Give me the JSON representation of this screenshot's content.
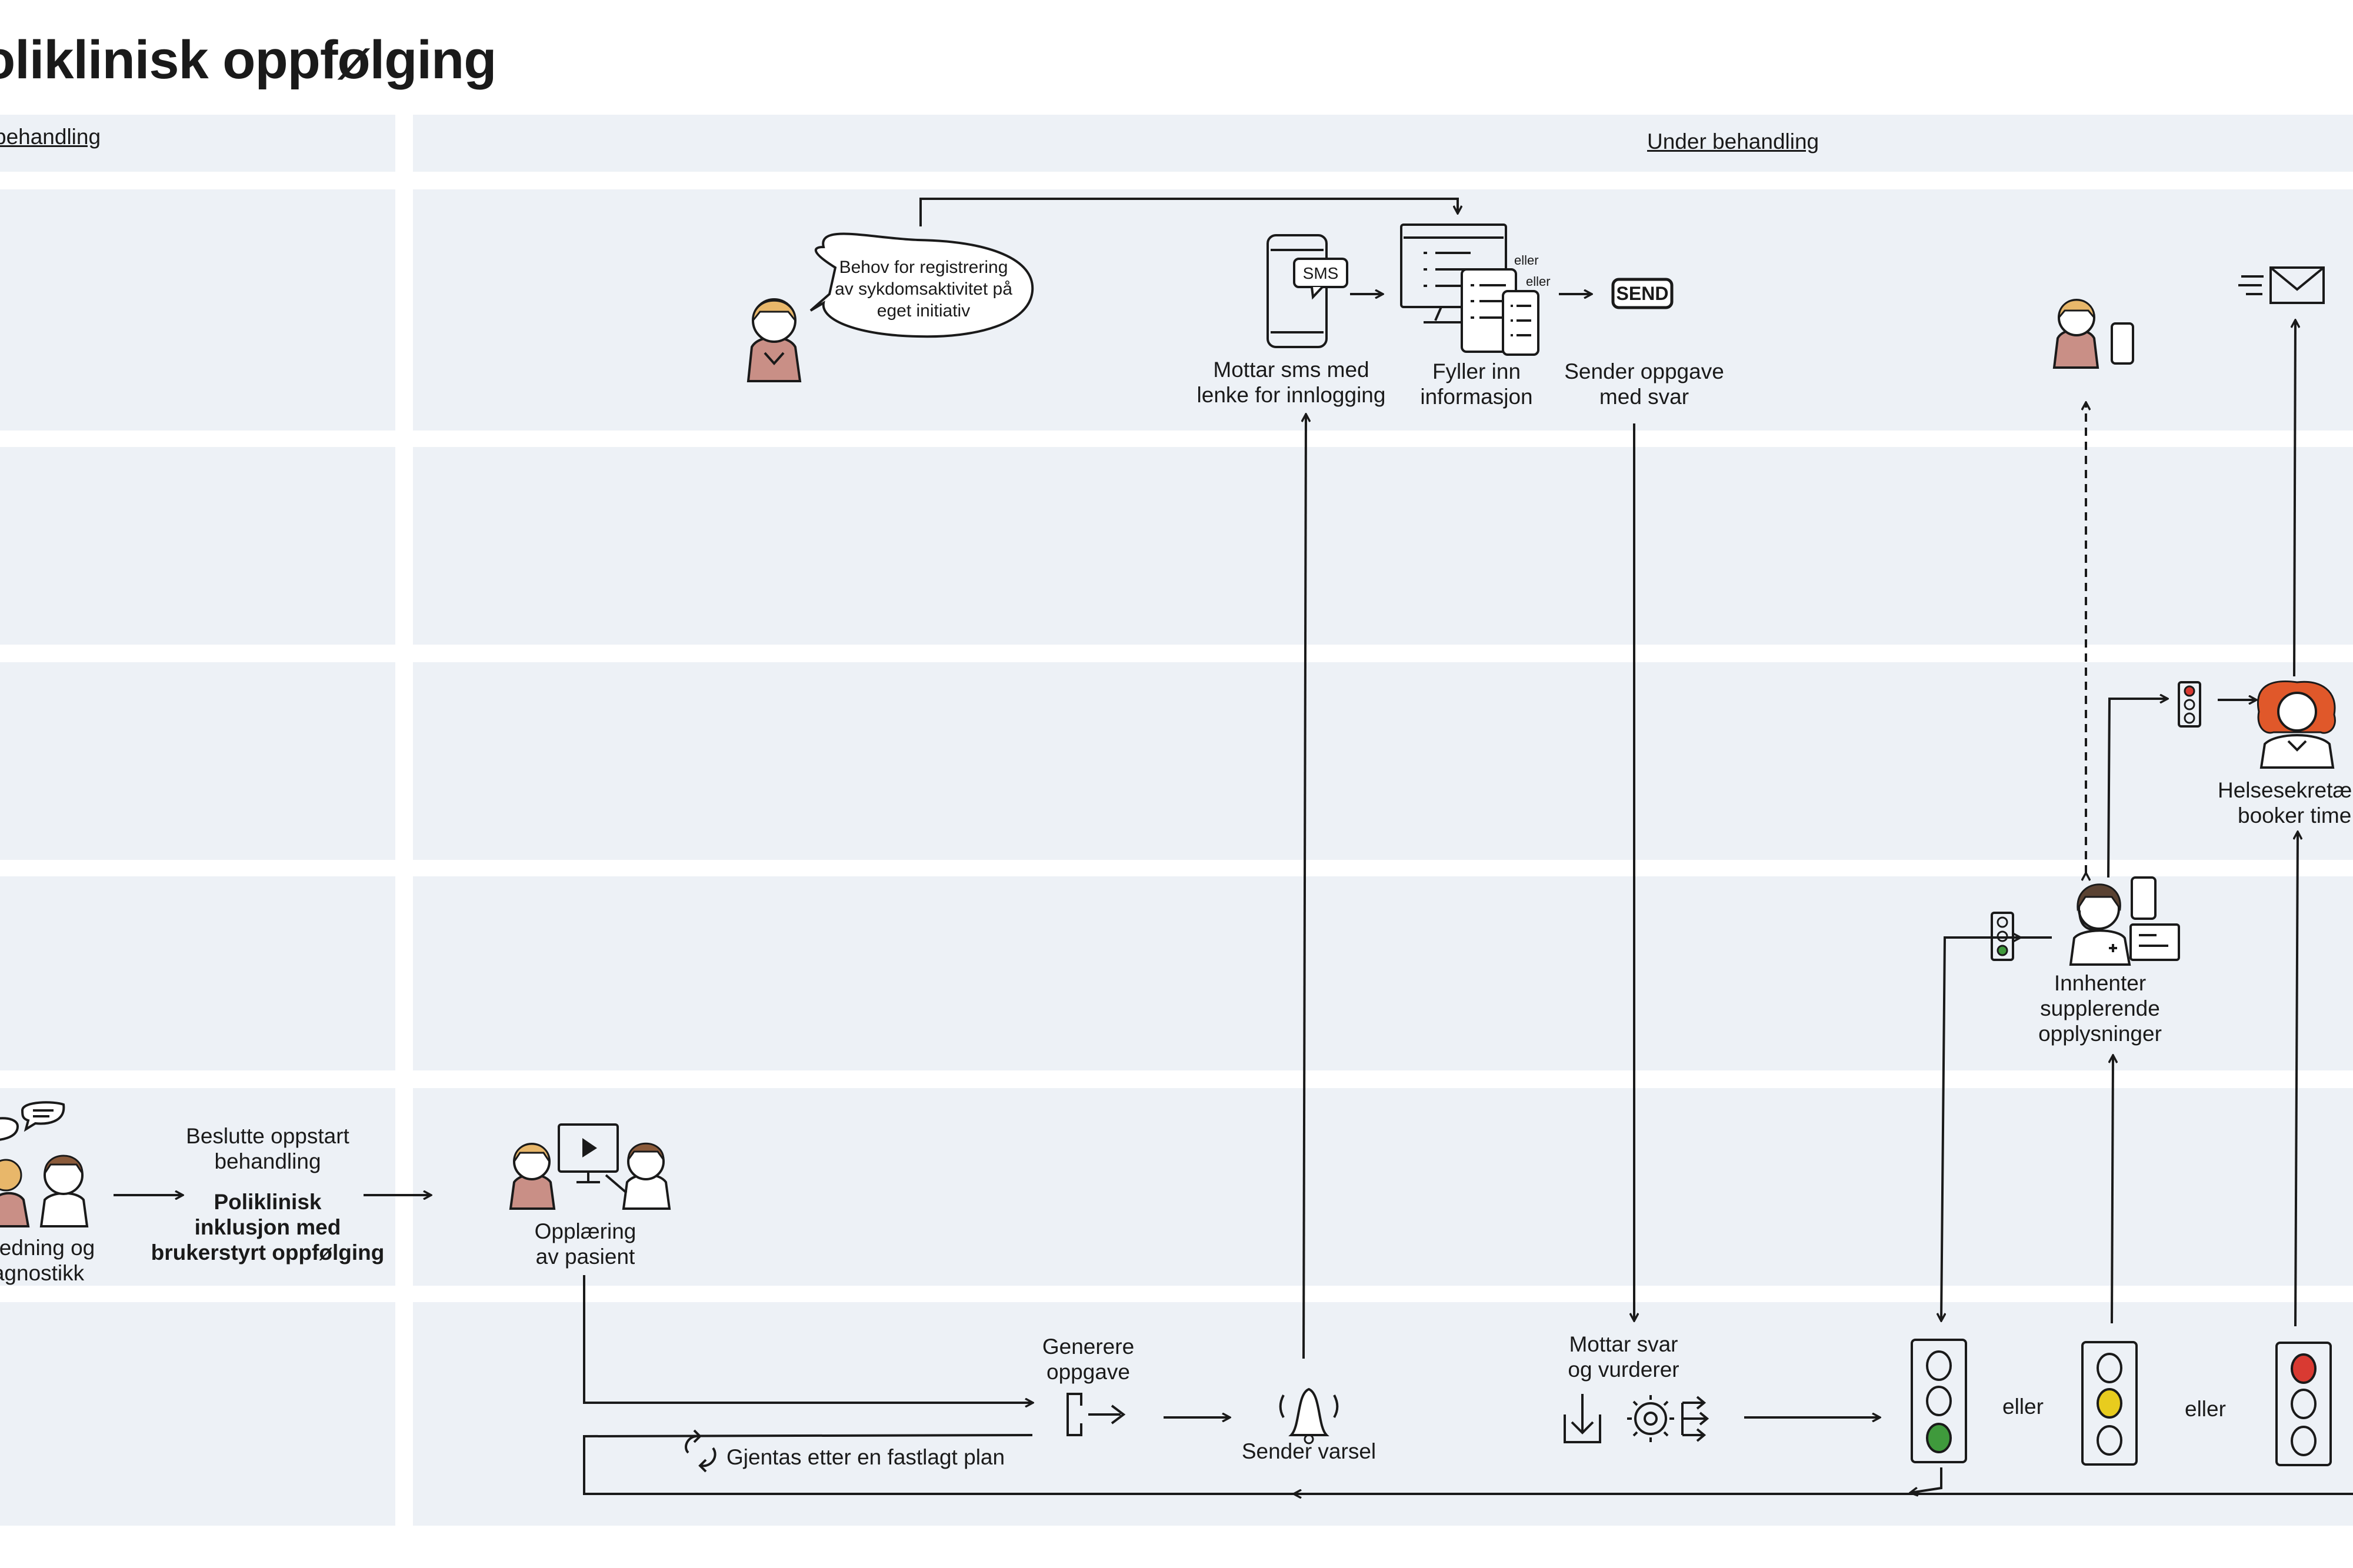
{
  "title": "oliklinisk oppfølging",
  "phases": {
    "before": "behandling",
    "during": "Under behandling"
  },
  "labels": {
    "speech_bubble": [
      "Behov for registrering",
      "av sykdomsaktivitet på",
      "eget initiativ"
    ],
    "sms_badge": "SMS",
    "send_badge": "SEND",
    "eller_small_1": "eller",
    "eller_small_2": "eller",
    "receive_sms": [
      "Mottar sms med",
      "lenke for innlogging"
    ],
    "fill_info": [
      "Fyller inn",
      "informasjon"
    ],
    "send_task": [
      "Sender oppgave",
      "med svar"
    ],
    "secretary": [
      "Helsesekretær",
      "booker time"
    ],
    "collect_info": [
      "Innhenter",
      "supplerende",
      "opplysninger"
    ],
    "diagnostics": [
      "edning og",
      "agnostikk"
    ],
    "decide_start": [
      "Beslutte oppstart",
      "behandling"
    ],
    "inclusion": [
      "Poliklinisk",
      "inklusjon med",
      "brukerstyrt oppfølging"
    ],
    "training": [
      "Opplæring",
      "av pasient"
    ],
    "generate_task": [
      "Generere",
      "oppgave"
    ],
    "repeat": "Gjentas etter en fastlagt plan",
    "send_alert": "Sender varsel",
    "receive_answer": [
      "Mottar svar",
      "og vurderer"
    ],
    "or_1": "eller",
    "or_2": "eller"
  },
  "colors": {
    "band": "#edf1f6",
    "light_red": "#d93a32",
    "light_yellow": "#e8cc1e",
    "light_green": "#3f9a3c",
    "patient_top": "#e8b76a",
    "patient_body": "#c98f86",
    "secretary_hair": "#e0582a"
  },
  "icons": [
    "speech-bubble-icon",
    "patient-icon",
    "phone-sms-icon",
    "computer-tablet-icon",
    "send-icon",
    "mail-icon",
    "patient-phone-icon",
    "traffic-light-icon",
    "secretary-icon",
    "nurse-headset-icon",
    "doctor-patient-icon",
    "training-screen-icon",
    "export-icon",
    "bell-icon",
    "download-icon",
    "gear-icon",
    "repeat-icon"
  ]
}
